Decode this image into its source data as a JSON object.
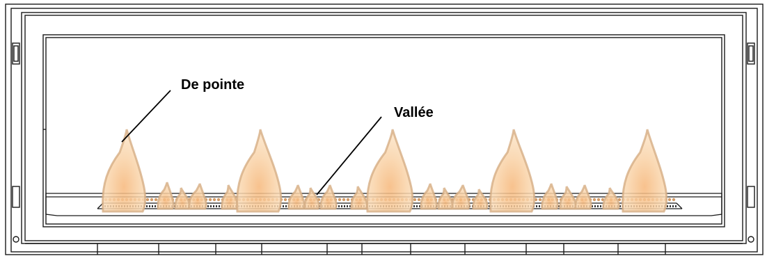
{
  "diagram": {
    "labels": {
      "peak": "De pointe",
      "valley": "Vallée"
    },
    "colors": {
      "line": "#1a1a1a",
      "glass_bg": "#ffffff",
      "flame_fill": "#f8d2a6",
      "flame_stroke": "#d6ae85",
      "flame_core": "#f5b97c",
      "ember": "#c98a4d"
    },
    "flame_count_large": 5
  }
}
